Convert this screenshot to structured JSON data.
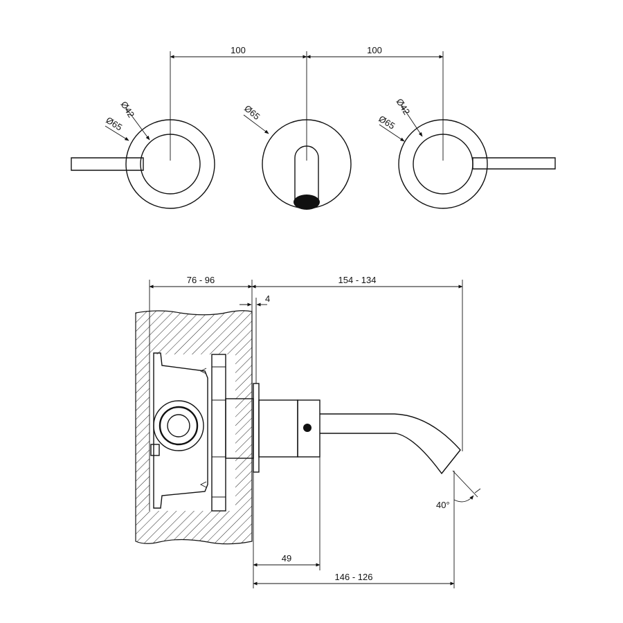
{
  "front_view": {
    "spacing_left": "100",
    "spacing_right": "100",
    "left_handle": {
      "diam_inner": "Ø42",
      "diam_outer": "Ø65"
    },
    "spout_plate": {
      "diam": "Ø65"
    },
    "right_handle": {
      "diam_inner": "Ø42",
      "diam_outer": "Ø65"
    }
  },
  "side_view": {
    "wall_depth": "76 - 96",
    "overall_projection": "154 - 134",
    "plate_thickness": "4",
    "body_length": "49",
    "spout_reach": "146 - 126",
    "spout_angle": "40°"
  },
  "colors": {
    "line": "#111111",
    "background": "#ffffff"
  }
}
